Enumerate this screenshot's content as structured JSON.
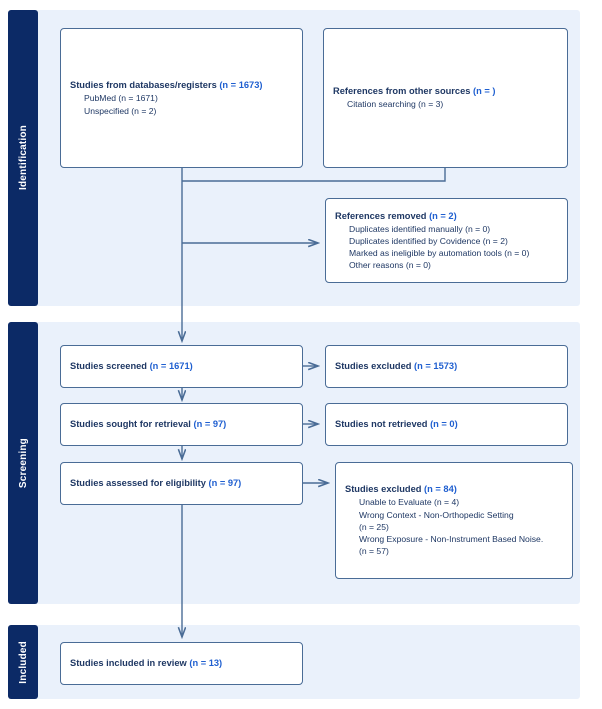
{
  "diagram": {
    "type": "prisma-flow-diagram",
    "colors": {
      "band_background": "#eaf1fb",
      "band_label_background": "#0c2a66",
      "band_label_text": "#ffffff",
      "box_border": "#4a6c96",
      "box_background": "#ffffff",
      "title_text": "#1f3864",
      "count_text": "#1f5fd0",
      "connector": "#4a6c96"
    },
    "stages": [
      {
        "name": "identification",
        "label": "Identification"
      },
      {
        "name": "screening",
        "label": "Screening"
      },
      {
        "name": "included",
        "label": "Included"
      }
    ],
    "nodes": {
      "databases": {
        "title": "Studies from databases/registers ",
        "count": "(n = 1673)",
        "items": [
          "PubMed (n = 1671)",
          "Unspecified (n = 2)"
        ]
      },
      "other_sources": {
        "title": "References from other sources ",
        "count": "(n = )",
        "items": [
          "Citation searching (n = 3)"
        ]
      },
      "references_removed": {
        "title": "References removed ",
        "count": "(n = 2)",
        "items": [
          "Duplicates identified manually (n = 0)",
          "Duplicates identified by Covidence (n = 2)",
          "Marked as ineligible by automation tools (n = 0)",
          "Other reasons (n = 0)"
        ]
      },
      "screened": {
        "title": "Studies screened ",
        "count": "(n = 1671)",
        "items": []
      },
      "excluded_screened": {
        "title": "Studies excluded ",
        "count": "(n = 1573)",
        "items": []
      },
      "sought_retrieval": {
        "title": "Studies sought for retrieval ",
        "count": "(n = 97)",
        "items": []
      },
      "not_retrieved": {
        "title": "Studies not retrieved ",
        "count": "(n = 0)",
        "items": []
      },
      "assessed_eligibility": {
        "title": "Studies assessed for eligibility ",
        "count": "(n = 97)",
        "items": []
      },
      "excluded_eligibility": {
        "title": "Studies excluded ",
        "count": "(n = 84)",
        "items": [
          "Unable to Evaluate (n = 4)",
          "Wrong Context - Non-Orthopedic Setting",
          "(n = 25)",
          "Wrong Exposure - Non-Instrument Based Noise.",
          "(n = 57)"
        ]
      },
      "included_review": {
        "title": "Studies included in review ",
        "count": "(n = 13)",
        "items": []
      }
    }
  }
}
